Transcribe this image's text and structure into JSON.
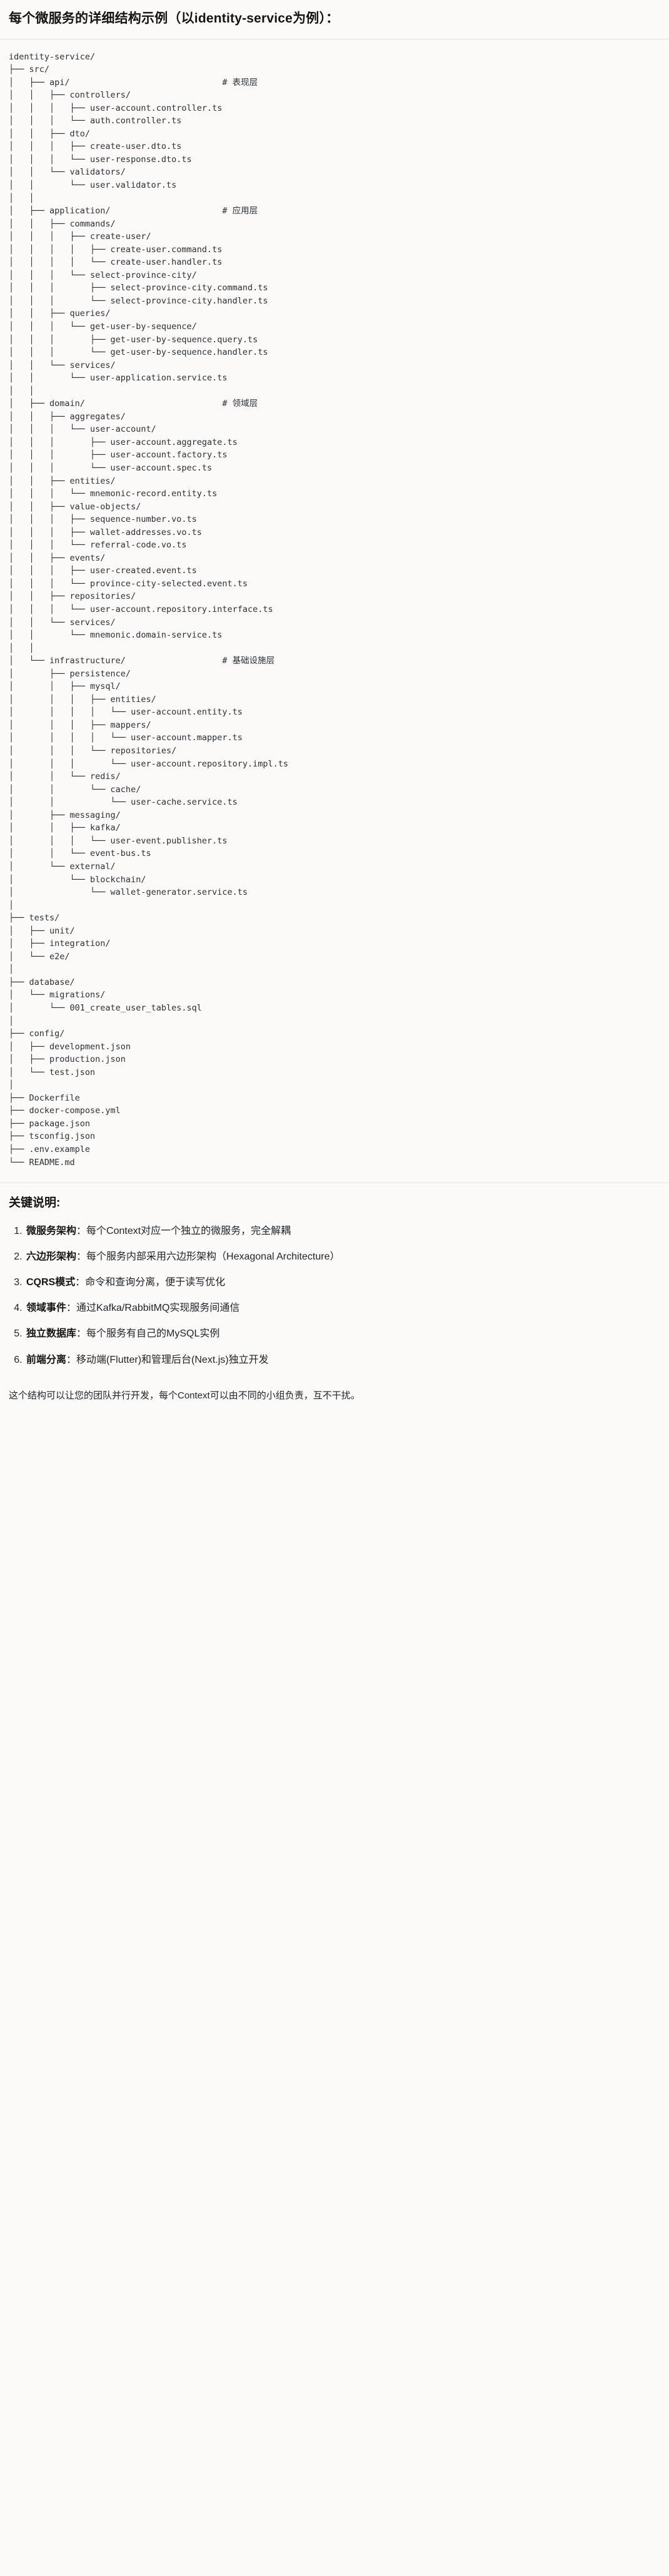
{
  "document": {
    "title": "每个微服务的详细结构示例（以identity-service为例）：",
    "tree_root": "identity-service/",
    "tree_text": "identity-service/\n├── src/\n│   ├── api/                              # 表现层\n│   │   ├── controllers/\n│   │   │   ├── user-account.controller.ts\n│   │   │   └── auth.controller.ts\n│   │   ├── dto/\n│   │   │   ├── create-user.dto.ts\n│   │   │   └── user-response.dto.ts\n│   │   └── validators/\n│   │       └── user.validator.ts\n│   │\n│   ├── application/                      # 应用层\n│   │   ├── commands/\n│   │   │   ├── create-user/\n│   │   │   │   ├── create-user.command.ts\n│   │   │   │   └── create-user.handler.ts\n│   │   │   └── select-province-city/\n│   │   │       ├── select-province-city.command.ts\n│   │   │       └── select-province-city.handler.ts\n│   │   ├── queries/\n│   │   │   └── get-user-by-sequence/\n│   │   │       ├── get-user-by-sequence.query.ts\n│   │   │       └── get-user-by-sequence.handler.ts\n│   │   └── services/\n│   │       └── user-application.service.ts\n│   │\n│   ├── domain/                           # 领域层\n│   │   ├── aggregates/\n│   │   │   └── user-account/\n│   │   │       ├── user-account.aggregate.ts\n│   │   │       ├── user-account.factory.ts\n│   │   │       └── user-account.spec.ts\n│   │   ├── entities/\n│   │   │   └── mnemonic-record.entity.ts\n│   │   ├── value-objects/\n│   │   │   ├── sequence-number.vo.ts\n│   │   │   ├── wallet-addresses.vo.ts\n│   │   │   └── referral-code.vo.ts\n│   │   ├── events/\n│   │   │   ├── user-created.event.ts\n│   │   │   └── province-city-selected.event.ts\n│   │   ├── repositories/\n│   │   │   └── user-account.repository.interface.ts\n│   │   └── services/\n│   │       └── mnemonic.domain-service.ts\n│   │\n│   └── infrastructure/                   # 基础设施层\n│       ├── persistence/\n│       │   ├── mysql/\n│       │   │   ├── entities/\n│       │   │   │   └── user-account.entity.ts\n│       │   │   ├── mappers/\n│       │   │   │   └── user-account.mapper.ts\n│       │   │   └── repositories/\n│       │   │       └── user-account.repository.impl.ts\n│       │   └── redis/\n│       │       └── cache/\n│       │           └── user-cache.service.ts\n│       ├── messaging/\n│       │   ├── kafka/\n│       │   │   └── user-event.publisher.ts\n│       │   └── event-bus.ts\n│       └── external/\n│           └── blockchain/\n│               └── wallet-generator.service.ts\n│\n├── tests/\n│   ├── unit/\n│   ├── integration/\n│   └── e2e/\n│\n├── database/\n│   └── migrations/\n│       └── 001_create_user_tables.sql\n│\n├── config/\n│   ├── development.json\n│   ├── production.json\n│   └── test.json\n│\n├── Dockerfile\n├── docker-compose.yml\n├── package.json\n├── tsconfig.json\n├── .env.example\n└── README.md",
    "layer_comments": [
      "# 表现层",
      "# 应用层",
      "# 领域层",
      "# 基础设施层"
    ],
    "notes_title": "关键说明:",
    "notes": [
      {
        "term": "微服务架构",
        "sep": "：",
        "text": "每个Context对应一个独立的微服务，完全解耦"
      },
      {
        "term": "六边形架构",
        "sep": "：",
        "text": "每个服务内部采用六边形架构（Hexagonal Architecture）"
      },
      {
        "term": "CQRS模式",
        "sep": "：",
        "text": "命令和查询分离，便于读写优化"
      },
      {
        "term": "领域事件",
        "sep": "：",
        "text": "通过Kafka/RabbitMQ实现服务间通信"
      },
      {
        "term": "独立数据库",
        "sep": "：",
        "text": "每个服务有自己的MySQL实例"
      },
      {
        "term": "前端分离",
        "sep": "：",
        "text": "移动端(Flutter)和管理后台(Next.js)独立开发"
      }
    ],
    "closing": "这个结构可以让您的团队并行开发，每个Context可以由不同的小组负责，互不干扰。"
  }
}
